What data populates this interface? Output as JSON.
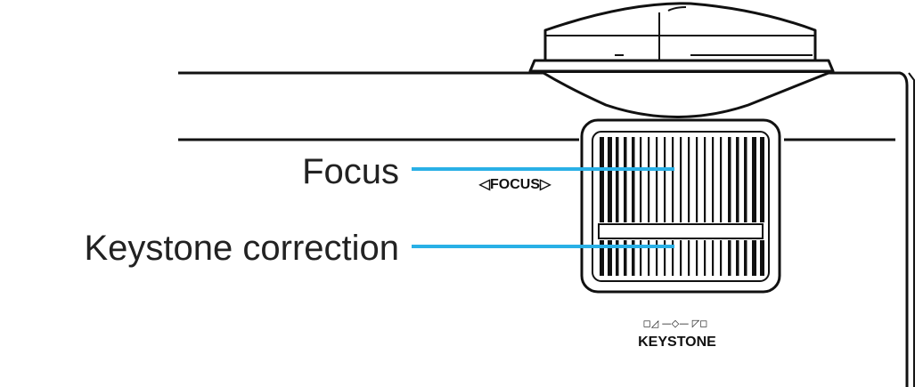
{
  "callouts": {
    "focus": "Focus",
    "keystone": "Keystone correction"
  },
  "device_markings": {
    "focus_label": "◁FOCUS▷",
    "keystone_label": "KEYSTONE",
    "keystone_symbols": "◻◿ —◇— ◸◻"
  },
  "colors": {
    "line_art": "#111111",
    "callout_line": "#29b0e6",
    "dial_fill": "#ffffff"
  }
}
